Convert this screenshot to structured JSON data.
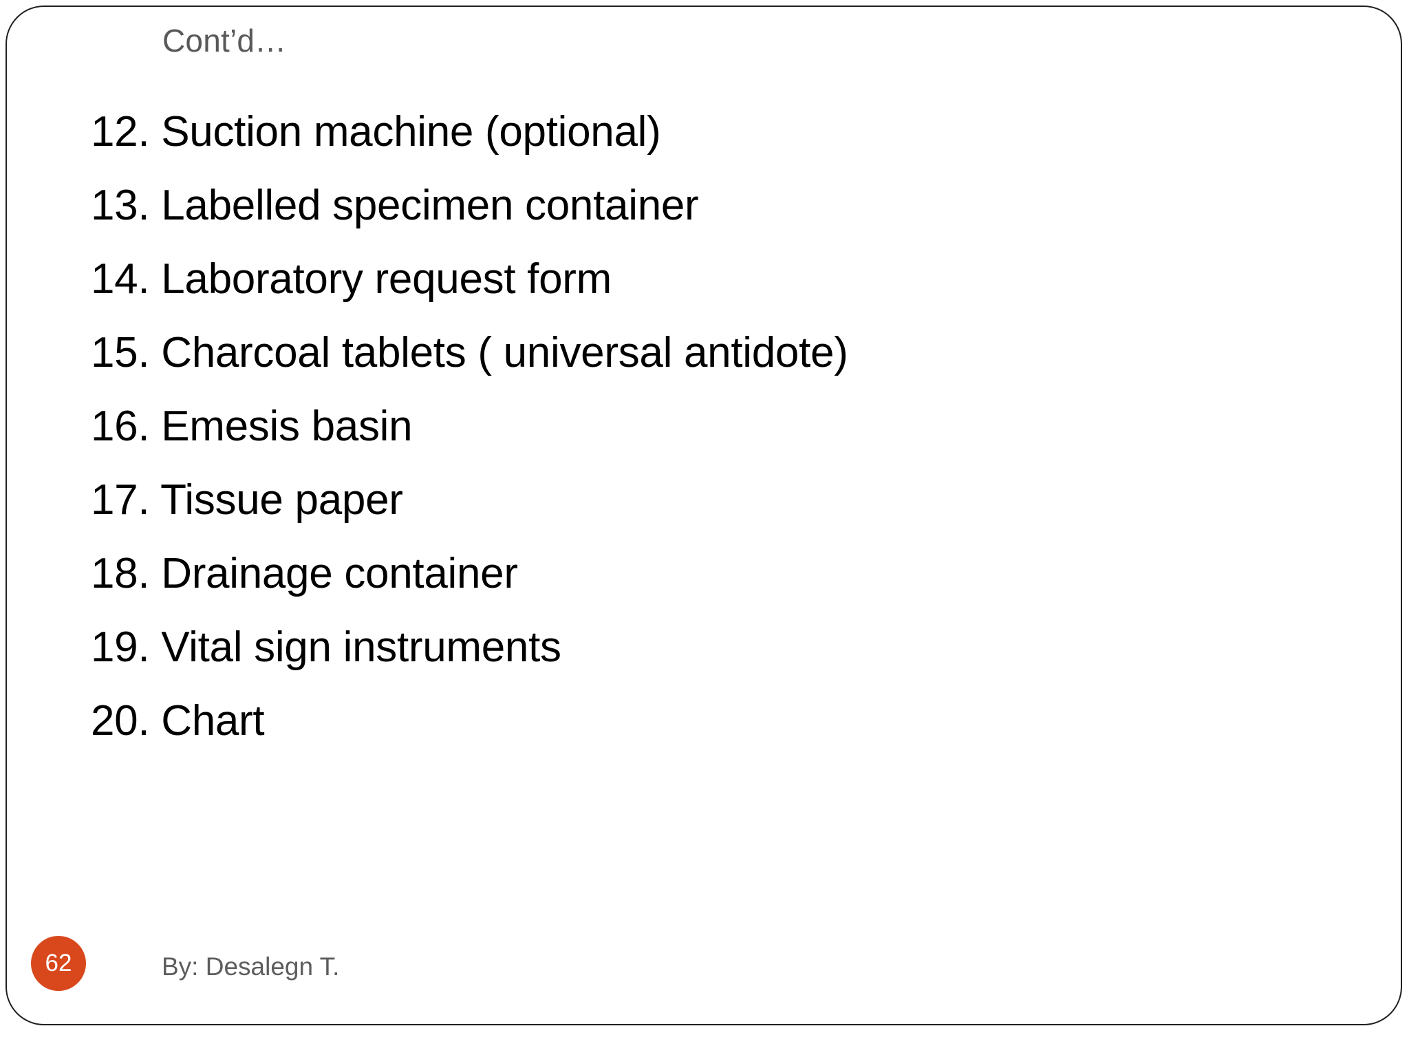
{
  "slide": {
    "title": "Cont’d…",
    "items": [
      "12. Suction machine (optional)",
      "13. Labelled specimen container",
      "14. Laboratory request form",
      "15. Charcoal tablets ( universal antidote)",
      "16. Emesis basin",
      "17. Tissue paper",
      "18. Drainage container",
      "19. Vital sign instruments",
      "20. Chart"
    ],
    "footer": {
      "page_number": "62",
      "credit": "By: Desalegn T."
    },
    "colors": {
      "badge": "#d8481c",
      "title_text": "#595959",
      "body_text": "#000000",
      "footer_text": "#5d5d5d",
      "frame_border": "#231f20"
    }
  }
}
